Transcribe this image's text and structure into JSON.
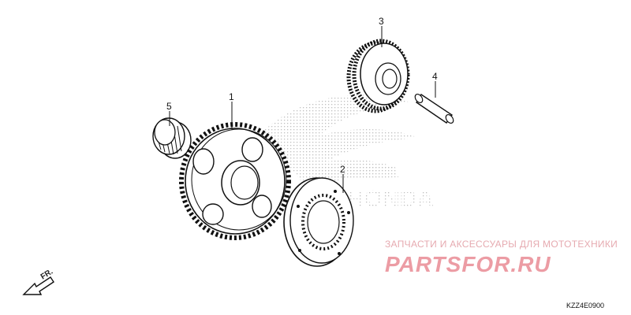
{
  "diagram": {
    "callouts": [
      "1",
      "2",
      "3",
      "4",
      "5"
    ],
    "direction_label": "FR.",
    "diagram_code": "KZZ4E0900",
    "watermark": {
      "caption": "ЗАПЧАСТИ И АКСЕССУАРЫ ДЛЯ МОТОТЕХНИКИ",
      "logo_text": "PARTSFOR.RU"
    }
  }
}
